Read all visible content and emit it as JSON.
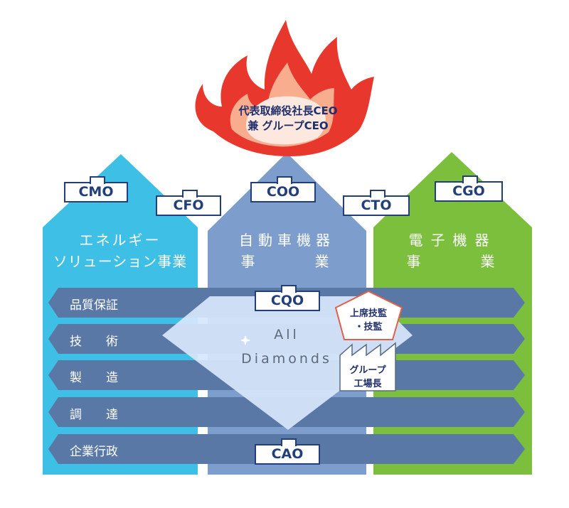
{
  "ceo": {
    "line1": "代表取締役社長CEO",
    "line2": "兼 グループCEO"
  },
  "divisions": [
    {
      "line1": "エネルギー",
      "line2": "ソリューション事業",
      "color": "#3dbfe6"
    },
    {
      "line1": "自動車機器",
      "line2": "事　　　業",
      "color": "#7d9dcc"
    },
    {
      "line1": "電子機器",
      "line2": "事　　　業",
      "color": "#7bbf3d"
    }
  ],
  "functions": [
    {
      "label": "品質保証"
    },
    {
      "label": "技　　術"
    },
    {
      "label": "製　　造"
    },
    {
      "label": "調　　達"
    },
    {
      "label": "企業行政"
    }
  ],
  "officers": {
    "cmo": "CMO",
    "cfo": "CFO",
    "coo": "COO",
    "cto": "CTO",
    "cgo": "CGO",
    "cqo": "CQO",
    "cao": "CAO"
  },
  "diamond": {
    "line1": "All",
    "line2": "Diamonds"
  },
  "inspector": {
    "line1": "上席技監",
    "line2": "・技監"
  },
  "factory": {
    "line1": "グループ",
    "line2": "工場長"
  },
  "colors": {
    "band": "#5a78a6",
    "flame": "#e8382d",
    "navy": "#223f7a",
    "diamond": "#d6e6fb"
  }
}
